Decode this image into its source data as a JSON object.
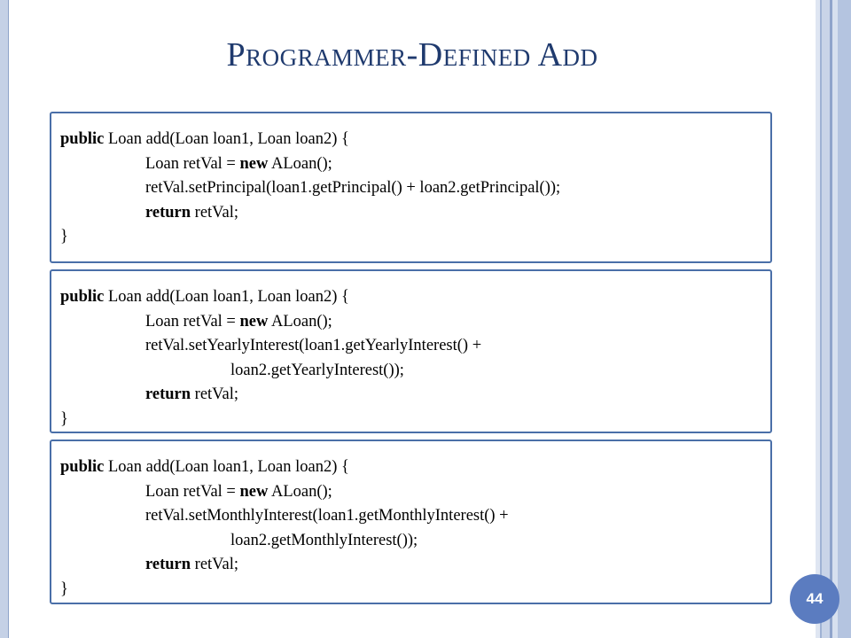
{
  "slide": {
    "title": "Programmer-Defined Add",
    "page_number": "44"
  },
  "blocks": [
    {
      "lines": [
        {
          "indent": 0,
          "parts": [
            {
              "kw": true,
              "t": "public"
            },
            {
              "kw": false,
              "t": " Loan add(Loan loan1, Loan loan2) {"
            }
          ]
        },
        {
          "indent": 1,
          "parts": [
            {
              "kw": false,
              "t": "Loan retVal = "
            },
            {
              "kw": true,
              "t": "new"
            },
            {
              "kw": false,
              "t": " ALoan();"
            }
          ]
        },
        {
          "indent": 1,
          "parts": [
            {
              "kw": false,
              "t": "retVal.setPrincipal(loan1.getPrincipal() + loan2.getPrincipal());"
            }
          ]
        },
        {
          "indent": 1,
          "parts": [
            {
              "kw": true,
              "t": "return"
            },
            {
              "kw": false,
              "t": " retVal;"
            }
          ]
        },
        {
          "indent": 0,
          "parts": [
            {
              "kw": false,
              "t": "}"
            }
          ]
        }
      ]
    },
    {
      "lines": [
        {
          "indent": 0,
          "parts": [
            {
              "kw": true,
              "t": "public"
            },
            {
              "kw": false,
              "t": " Loan add(Loan loan1, Loan loan2) {"
            }
          ]
        },
        {
          "indent": 1,
          "parts": [
            {
              "kw": false,
              "t": "Loan retVal = "
            },
            {
              "kw": true,
              "t": "new"
            },
            {
              "kw": false,
              "t": " ALoan();"
            }
          ]
        },
        {
          "indent": 1,
          "parts": [
            {
              "kw": false,
              "t": "retVal.setYearlyInterest(loan1.getYearlyInterest() +"
            }
          ]
        },
        {
          "indent": 2,
          "parts": [
            {
              "kw": false,
              "t": "loan2.getYearlyInterest());"
            }
          ]
        },
        {
          "indent": 1,
          "parts": [
            {
              "kw": true,
              "t": "return"
            },
            {
              "kw": false,
              "t": " retVal;"
            }
          ]
        },
        {
          "indent": 0,
          "parts": [
            {
              "kw": false,
              "t": "}"
            }
          ]
        }
      ]
    },
    {
      "lines": [
        {
          "indent": 0,
          "parts": [
            {
              "kw": true,
              "t": "public"
            },
            {
              "kw": false,
              "t": " Loan add(Loan loan1, Loan loan2) {"
            }
          ]
        },
        {
          "indent": 1,
          "parts": [
            {
              "kw": false,
              "t": "Loan retVal = "
            },
            {
              "kw": true,
              "t": "new"
            },
            {
              "kw": false,
              "t": " ALoan();"
            }
          ]
        },
        {
          "indent": 1,
          "parts": [
            {
              "kw": false,
              "t": "retVal.setMonthlyInterest(loan1.getMonthlyInterest() +"
            }
          ]
        },
        {
          "indent": 2,
          "parts": [
            {
              "kw": false,
              "t": "loan2.getMonthlyInterest());"
            }
          ]
        },
        {
          "indent": 1,
          "parts": [
            {
              "kw": true,
              "t": "return"
            },
            {
              "kw": false,
              "t": " retVal;"
            }
          ]
        },
        {
          "indent": 0,
          "parts": [
            {
              "kw": false,
              "t": "}"
            }
          ]
        }
      ]
    }
  ]
}
